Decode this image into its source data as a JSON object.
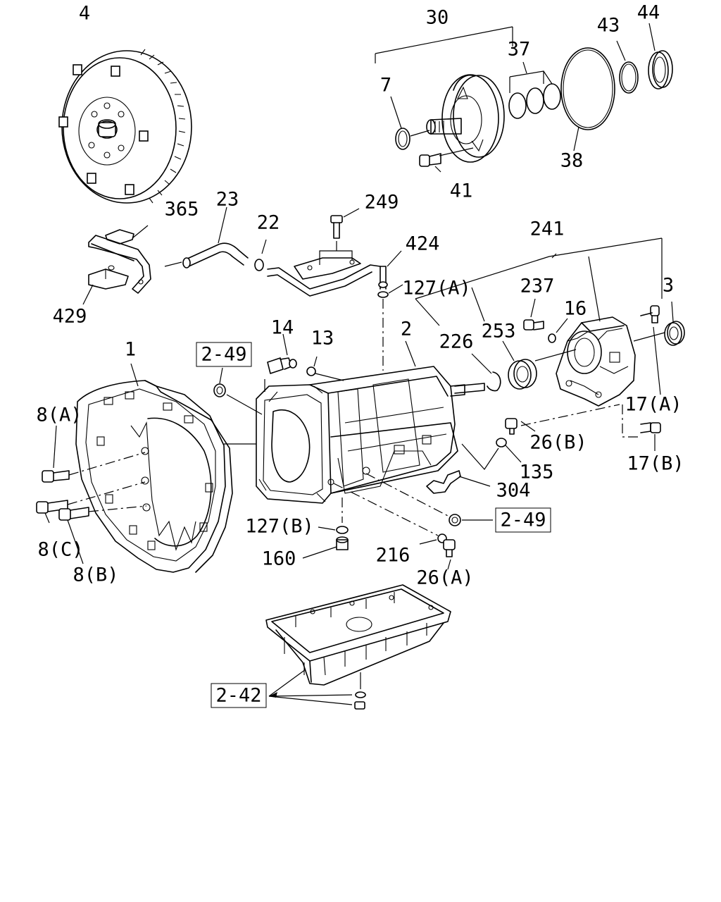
{
  "callouts": {
    "c4": "4",
    "c30": "30",
    "c37": "37",
    "c43": "43",
    "c44": "44",
    "c7": "7",
    "c38": "38",
    "c41": "41",
    "c365": "365",
    "c23": "23",
    "c249": "249",
    "c22": "22",
    "c424": "424",
    "c127a": "127(A)",
    "c429": "429",
    "c241": "241",
    "c237": "237",
    "c16": "16",
    "c3": "3",
    "c14": "14",
    "c13": "13",
    "c2": "2",
    "c226": "226",
    "c253": "253",
    "c1": "1",
    "c8a": "8(A)",
    "c17a": "17(A)",
    "c26b": "26(B)",
    "c17b": "17(B)",
    "c135": "135",
    "c304": "304",
    "c127b": "127(B)",
    "c8c": "8(C)",
    "c160": "160",
    "c216": "216",
    "c26a": "26(A)",
    "c8b": "8(B)"
  },
  "references": {
    "ref_249_left": "2-49",
    "ref_249_right": "2-49",
    "ref_242": "2-42"
  }
}
